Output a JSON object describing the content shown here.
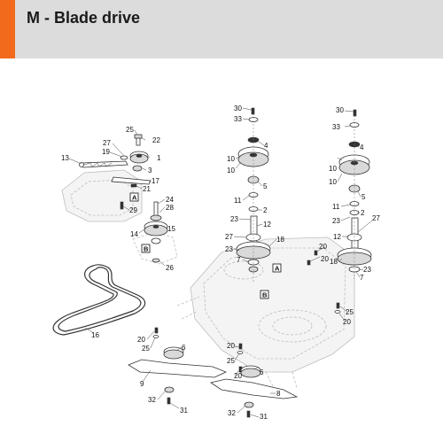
{
  "header": {
    "title": "M - Blade drive",
    "accent_color": "#f26a1b",
    "background_color": "#dcdcdc"
  },
  "callouts": {
    "c30a": "30",
    "c33a": "33",
    "c4a": "4",
    "c10a": "10",
    "c10b": "10",
    "c5a": "5",
    "c11a": "11",
    "c2a": "2",
    "c23a": "23",
    "c12a": "12",
    "c27a": "27",
    "c18a": "18",
    "c23b": "23",
    "c7a": "7",
    "c30b": "30",
    "c33b": "33",
    "c4b": "4",
    "c10c": "10",
    "c10d": "10",
    "c5b": "5",
    "c11b": "11",
    "c2b": "2",
    "c23c": "23",
    "c27b": "27",
    "c12b": "12",
    "c18b": "18",
    "c23d": "23",
    "c7b": "7",
    "c25a": "25",
    "c22": "22",
    "c27c": "27",
    "c19": "19",
    "c1": "1",
    "c13": "13",
    "c3": "3",
    "c17": "17",
    "c21": "21",
    "c24": "24",
    "c28": "28",
    "c29": "29",
    "c14": "14",
    "c15": "15",
    "c26": "26",
    "c20a": "20",
    "c20b": "20",
    "c20c": "20",
    "c20d": "20",
    "c20e": "20",
    "c25b": "25",
    "c25c": "25",
    "c25d": "25",
    "c16": "16",
    "c6a": "6",
    "c6b": "6",
    "c9": "9",
    "c8": "8",
    "c32a": "32",
    "c32b": "32",
    "c31a": "31",
    "c31b": "31"
  },
  "markers": {
    "a1": "A",
    "a2": "A",
    "b1": "B",
    "b2": "B"
  }
}
